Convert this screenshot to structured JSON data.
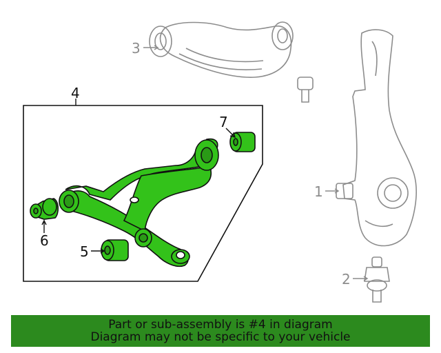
{
  "callouts": {
    "c1": "1",
    "c2": "2",
    "c3": "3",
    "c4": "4",
    "c5": "5",
    "c6": "6",
    "c7": "7"
  },
  "banner": {
    "line1": "Part or sub-assembly is #4 in diagram",
    "line2": "Diagram may not be specific to your vehicle"
  },
  "colors": {
    "highlight": "#33c21a",
    "banner_bg": "#2c8a1e",
    "ghost_lines": "#8c8c8c",
    "dark_lines": "#111111"
  }
}
